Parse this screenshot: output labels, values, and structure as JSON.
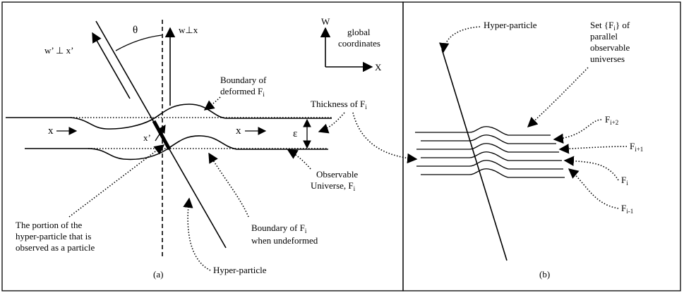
{
  "panel_a": {
    "caption": "(a)",
    "theta": "θ",
    "w_perp_x": "w⊥x",
    "w_prime_perp_x_prime": "w’ ⊥ x’",
    "x_left": "x",
    "x_right": "x",
    "x_prime": "x’",
    "epsilon": "ε",
    "boundary_deformed_line1": "Boundary of",
    "boundary_deformed_line2": "deformed F",
    "boundary_deformed_sub": "i",
    "thickness_main": "Thickness of F",
    "thickness_sub": "i",
    "observable_line1": "Observable",
    "observable_line2": "Universe, F",
    "observable_sub": "i",
    "portion_line1": "The portion of the",
    "portion_line2": "hyper-particle that is",
    "portion_line3": "observed as a particle",
    "undeformed_line1": "Boundary of F",
    "undeformed_sub": "i",
    "undeformed_line2": "when undeformed",
    "hyper_particle": "Hyper-particle"
  },
  "global": {
    "w_axis": "W",
    "x_axis": "X",
    "line1": "global",
    "line2": "coordinates"
  },
  "panel_b": {
    "caption": "(b)",
    "hyper_particle": "Hyper-particle",
    "set_line1_a": "Set  {F",
    "set_line1_sub": "i",
    "set_line1_b": "} of",
    "set_line2": "parallel",
    "set_line3": "observable",
    "set_line4": "universes",
    "f_label": "F",
    "f_sub_i2": "i+2",
    "f_sub_i1": "i+1",
    "f_sub_i": "i",
    "f_sub_im1": "i-1"
  }
}
